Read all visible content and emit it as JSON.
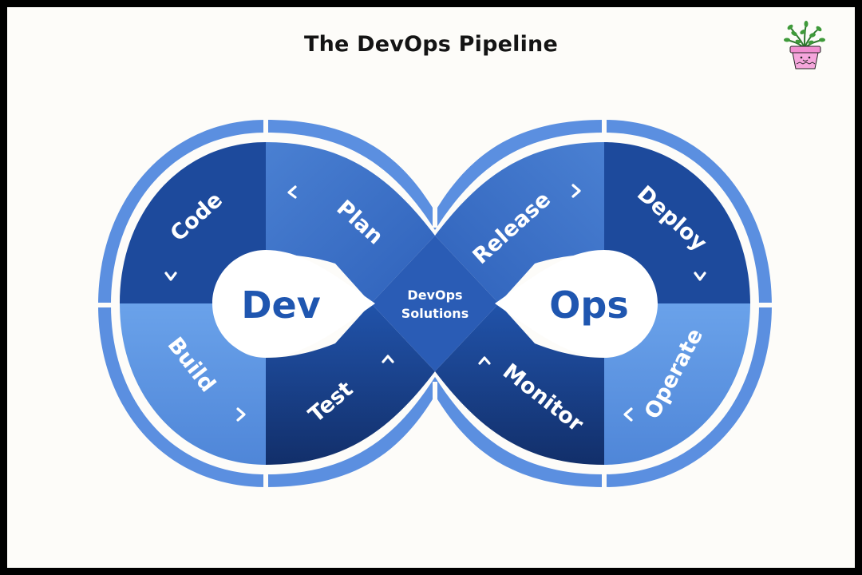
{
  "title": "The DevOps Pipeline",
  "colors": {
    "border": "#000000",
    "background": "#fdfcf9",
    "outer_ring": "#5b8fe0",
    "segment_dark": "#1d4a9c",
    "segment_medium": "#2e62bd",
    "segment_light": "#5b93e1",
    "hub_text": "#1f56b0"
  },
  "diagram": {
    "left_hub": "Dev",
    "right_hub": "Ops",
    "center": [
      "DevOps",
      "Solutions"
    ],
    "segments": {
      "code": "Code",
      "plan": "Plan",
      "build": "Build",
      "test": "Test",
      "release": "Release",
      "deploy": "Deploy",
      "operate": "Operate",
      "monitor": "Monitor"
    }
  },
  "decoration": {
    "icon": "potted-plant-icon"
  }
}
